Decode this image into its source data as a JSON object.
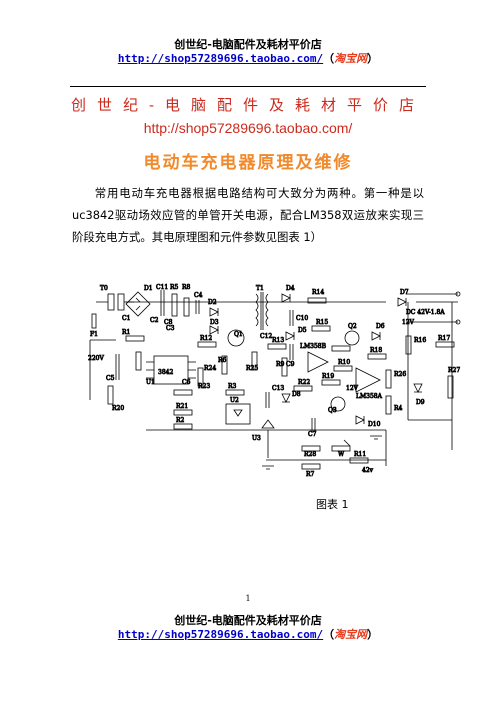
{
  "header": {
    "title": "创世纪-电脑配件及耗材平价店",
    "url": "http://shop57289696.taobao.com/",
    "paren_open": "（",
    "taobao_logo": "淘宝网",
    "paren_close": "）"
  },
  "banner": {
    "shop_name": "创世纪-电脑配件及耗材平价店",
    "shop_url": "http://shop57289696.taobao.com/"
  },
  "document": {
    "title": "电动车充电器原理及维修",
    "paragraph": "常用电动车充电器根据电路结构可大致分为两种。第一种是以uc3842驱动场效应管的单管开关电源，配合LM358双运放来实现三阶段充电方式。其电原理图和元件参数见图表 1）"
  },
  "figure": {
    "caption": "图表 1",
    "labels": {
      "t0": "T0",
      "d1": "D1",
      "c11": "C11",
      "r5": "R5",
      "r8": "R8",
      "c4": "C4",
      "d2": "D2",
      "t1": "T1",
      "d4": "D4",
      "r14": "R14",
      "d7": "D7",
      "dc_out": "DC 42V-1.8A",
      "c10": "C10",
      "c1": "C1",
      "r1": "R1",
      "c2": "C2",
      "c3": "C3",
      "c8": "C8",
      "r12": "R12",
      "d3": "D3",
      "q1": "Q1",
      "c12": "C12",
      "d5": "D5",
      "c9": "C9",
      "r15": "R15",
      "q2": "Q2",
      "d6": "D6",
      "v12a": "12V",
      "r16": "R16",
      "r17": "R17",
      "f1": "F1",
      "v220": "220V",
      "u1": "U1",
      "ic3842": "3842",
      "c6": "C6",
      "r24": "R24",
      "r6": "R6",
      "r25": "R25",
      "r13": "R13",
      "r9": "R9",
      "lm358b": "LM358B",
      "r10": "R10",
      "r18": "R18",
      "lm358a": "LM358A",
      "r26": "R26",
      "r4": "R4",
      "d9": "D9",
      "r27": "R27",
      "c5": "C5",
      "r20": "R20",
      "r23": "R23",
      "r3": "R3",
      "r22": "R22",
      "r19": "R19",
      "v12b": "12V",
      "r21": "R21",
      "r2": "R2",
      "u2": "U2",
      "c13": "C13",
      "d8": "D8",
      "c7": "C7",
      "q3": "Q3",
      "d10": "D10",
      "u3": "U3",
      "w": "W",
      "r28": "R28",
      "r11": "R11",
      "r7": "R7",
      "v42": "42v"
    }
  },
  "footer": {
    "page_number": "1",
    "title": "创世纪-电脑配件及耗材平价店",
    "url": "http://shop57289696.taobao.com/",
    "paren_open": "（",
    "taobao_logo": "淘宝网",
    "paren_close": "）"
  }
}
